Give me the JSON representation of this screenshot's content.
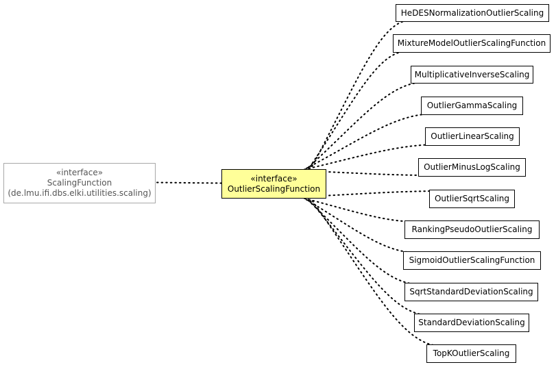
{
  "diagram": {
    "root": {
      "stereotype": "«interface»",
      "name": "ScalingFunction",
      "package": "(de.lmu.ifi.dbs.elki.utilities.scaling)"
    },
    "focus": {
      "stereotype": "«interface»",
      "name": "OutlierScalingFunction"
    },
    "implementations": [
      "HeDESNormalizationOutlierScaling",
      "MixtureModelOutlierScalingFunction",
      "MultiplicativeInverseScaling",
      "OutlierGammaScaling",
      "OutlierLinearScaling",
      "OutlierMinusLogScaling",
      "OutlierSqrtScaling",
      "RankingPseudoOutlierScaling",
      "SigmoidOutlierScalingFunction",
      "SqrtStandardDeviationScaling",
      "StandardDeviationScaling",
      "TopKOutlierScaling"
    ],
    "colors": {
      "focus_fill": "#ffff99",
      "external_border": "#a8a8a8",
      "external_text": "#555555",
      "edge": "#000000"
    }
  }
}
